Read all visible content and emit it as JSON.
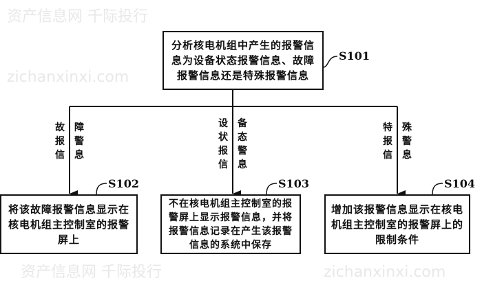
{
  "nodes": {
    "s101": {
      "id": "S101",
      "text": "分析核电机组中产生的报警信息为设备状态报警信息、故障报警信息还是特殊报警信息"
    },
    "s102": {
      "id": "S102",
      "text": "将该故障报警信息显示在核电机组主控制室的报警屏上"
    },
    "s103": {
      "id": "S103",
      "text": "不在核电机组主控制室的报警屏上显示报警信息，并将报警信息记录在产生该报警信息的系统中保存"
    },
    "s104": {
      "id": "S104",
      "text": "增加该报警信息显示在核电机组主控制室的报警屏上的限制条件"
    }
  },
  "edges": {
    "left": "故障报警信息",
    "middle": "设备状态报警信息",
    "right": "特殊报警信息"
  },
  "watermark": {
    "cn": "资产信息网 千际投行",
    "url": "zichanxinxi.com"
  }
}
